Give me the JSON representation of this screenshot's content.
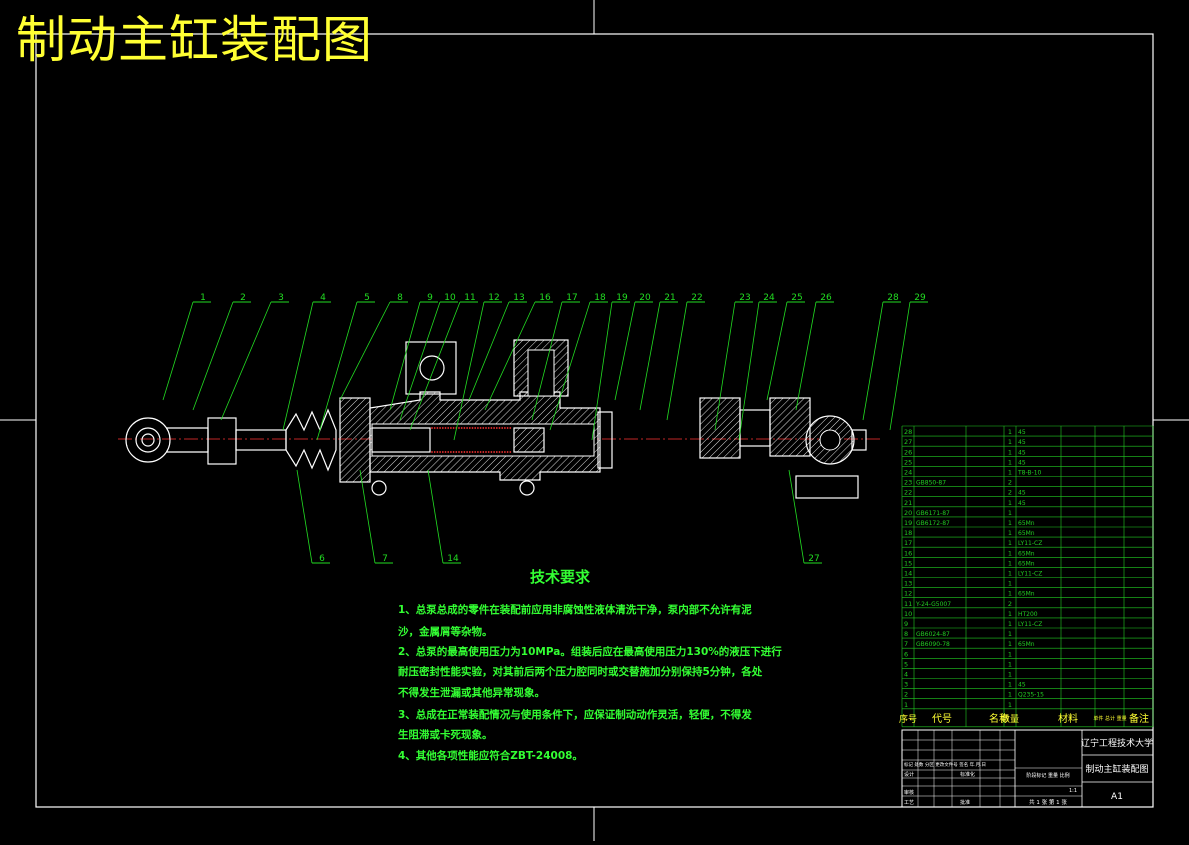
{
  "drawing": {
    "title": "制动主缸装配图",
    "colors": {
      "frame": "#ffffff",
      "leader": "#22dd22",
      "part": "#ffffff",
      "hatch": "#dddddd",
      "title": "#ffff33",
      "spring": "#ff3333",
      "bom": "#22cc22"
    }
  },
  "callouts_top": [
    "1",
    "2",
    "3",
    "4",
    "5",
    "8",
    "9",
    "10",
    "11",
    "12",
    "13",
    "16",
    "17",
    "18",
    "19",
    "20",
    "21",
    "22",
    "23",
    "24",
    "25",
    "26",
    "28",
    "29"
  ],
  "callouts_bottom": [
    "6",
    "7",
    "14",
    "27"
  ],
  "technical_requirements": {
    "title": "技术要求",
    "lines": [
      "1、总泵总成的零件在装配前应用非腐蚀性液体清洗干净，泵内部不允许有泥",
      "沙，金属屑等杂物。",
      "2、总泵的最高使用压力为10MPa。组装后应在最高使用压力130%的液压下进行",
      "耐压密封性能实验，对其前后两个压力腔同时或交替施加分别保持5分钟，各处",
      "不得发生泄漏或其他异常现象。",
      "3、总成在正常装配情况与使用条件下，应保证制动动作灵活，轻便，不得发",
      "生阻滞或卡死现象。",
      "4、其他各项性能应符合ZBT-24008。"
    ]
  },
  "bom": {
    "rows": [
      {
        "no": "28",
        "code": "",
        "name": "",
        "qty": "1",
        "material": "45",
        "note": ""
      },
      {
        "no": "27",
        "code": "",
        "name": "",
        "qty": "1",
        "material": "45",
        "note": ""
      },
      {
        "no": "26",
        "code": "",
        "name": "",
        "qty": "1",
        "material": "45",
        "note": ""
      },
      {
        "no": "25",
        "code": "",
        "name": "",
        "qty": "1",
        "material": "45",
        "note": ""
      },
      {
        "no": "24",
        "code": "",
        "name": "",
        "qty": "1",
        "material": "T8-B-10",
        "note": ""
      },
      {
        "no": "23",
        "code": "GB850-87",
        "name": "",
        "qty": "2",
        "material": "",
        "note": ""
      },
      {
        "no": "22",
        "code": "",
        "name": "",
        "qty": "2",
        "material": "45",
        "note": ""
      },
      {
        "no": "21",
        "code": "",
        "name": "",
        "qty": "1",
        "material": "45",
        "note": ""
      },
      {
        "no": "20",
        "code": "GB6171-87",
        "name": "",
        "qty": "1",
        "material": "",
        "note": ""
      },
      {
        "no": "19",
        "code": "GB6172-87",
        "name": "",
        "qty": "1",
        "material": "65Mn",
        "note": ""
      },
      {
        "no": "18",
        "code": "",
        "name": "",
        "qty": "1",
        "material": "65Mn",
        "note": ""
      },
      {
        "no": "17",
        "code": "",
        "name": "",
        "qty": "1",
        "material": "LY11-CZ",
        "note": ""
      },
      {
        "no": "16",
        "code": "",
        "name": "",
        "qty": "1",
        "material": "65Mn",
        "note": ""
      },
      {
        "no": "15",
        "code": "",
        "name": "",
        "qty": "1",
        "material": "65Mn",
        "note": ""
      },
      {
        "no": "14",
        "code": "",
        "name": "",
        "qty": "1",
        "material": "LY11-CZ",
        "note": ""
      },
      {
        "no": "13",
        "code": "",
        "name": "",
        "qty": "1",
        "material": "",
        "note": ""
      },
      {
        "no": "12",
        "code": "",
        "name": "",
        "qty": "1",
        "material": "65Mn",
        "note": ""
      },
      {
        "no": "11",
        "code": "Y-24-G5007",
        "name": "",
        "qty": "2",
        "material": "",
        "note": ""
      },
      {
        "no": "10",
        "code": "",
        "name": "",
        "qty": "1",
        "material": "HT200",
        "note": ""
      },
      {
        "no": "9",
        "code": "",
        "name": "",
        "qty": "1",
        "material": "LY11-CZ",
        "note": ""
      },
      {
        "no": "8",
        "code": "GB6024-87",
        "name": "",
        "qty": "1",
        "material": "",
        "note": ""
      },
      {
        "no": "7",
        "code": "GB6090-78",
        "name": "",
        "qty": "1",
        "material": "65Mn",
        "note": ""
      },
      {
        "no": "6",
        "code": "",
        "name": "",
        "qty": "1",
        "material": "",
        "note": ""
      },
      {
        "no": "5",
        "code": "",
        "name": "",
        "qty": "1",
        "material": "",
        "note": ""
      },
      {
        "no": "4",
        "code": "",
        "name": "",
        "qty": "1",
        "material": "",
        "note": ""
      },
      {
        "no": "3",
        "code": "",
        "name": "",
        "qty": "1",
        "material": "45",
        "note": ""
      },
      {
        "no": "2",
        "code": "",
        "name": "",
        "qty": "1",
        "material": "Q235-15",
        "note": ""
      },
      {
        "no": "1",
        "code": "",
        "name": "",
        "qty": "1",
        "material": "",
        "note": ""
      }
    ],
    "header": {
      "no": "序号",
      "code": "代号",
      "name": "名称",
      "qty": "数量",
      "material": "材料",
      "mass": "单件 总计 重量",
      "note": "备注"
    }
  },
  "title_block": {
    "school": "辽宁工程技术大学",
    "drawing_name": "制动主缸装配图",
    "size": "A1",
    "scale": "1:1",
    "sheet": "共 1 张  第 1 张",
    "labels": {
      "design": "设计",
      "review": "审核",
      "process": "工艺",
      "approve": "批准",
      "mark": "标记",
      "count": "处数",
      "zone": "分区",
      "change_doc": "更改文件号",
      "signature": "签名",
      "date": "年.月.日",
      "stage": "阶段标记",
      "weight": "重量",
      "ratio": "比例",
      "standard": "标准化"
    }
  }
}
